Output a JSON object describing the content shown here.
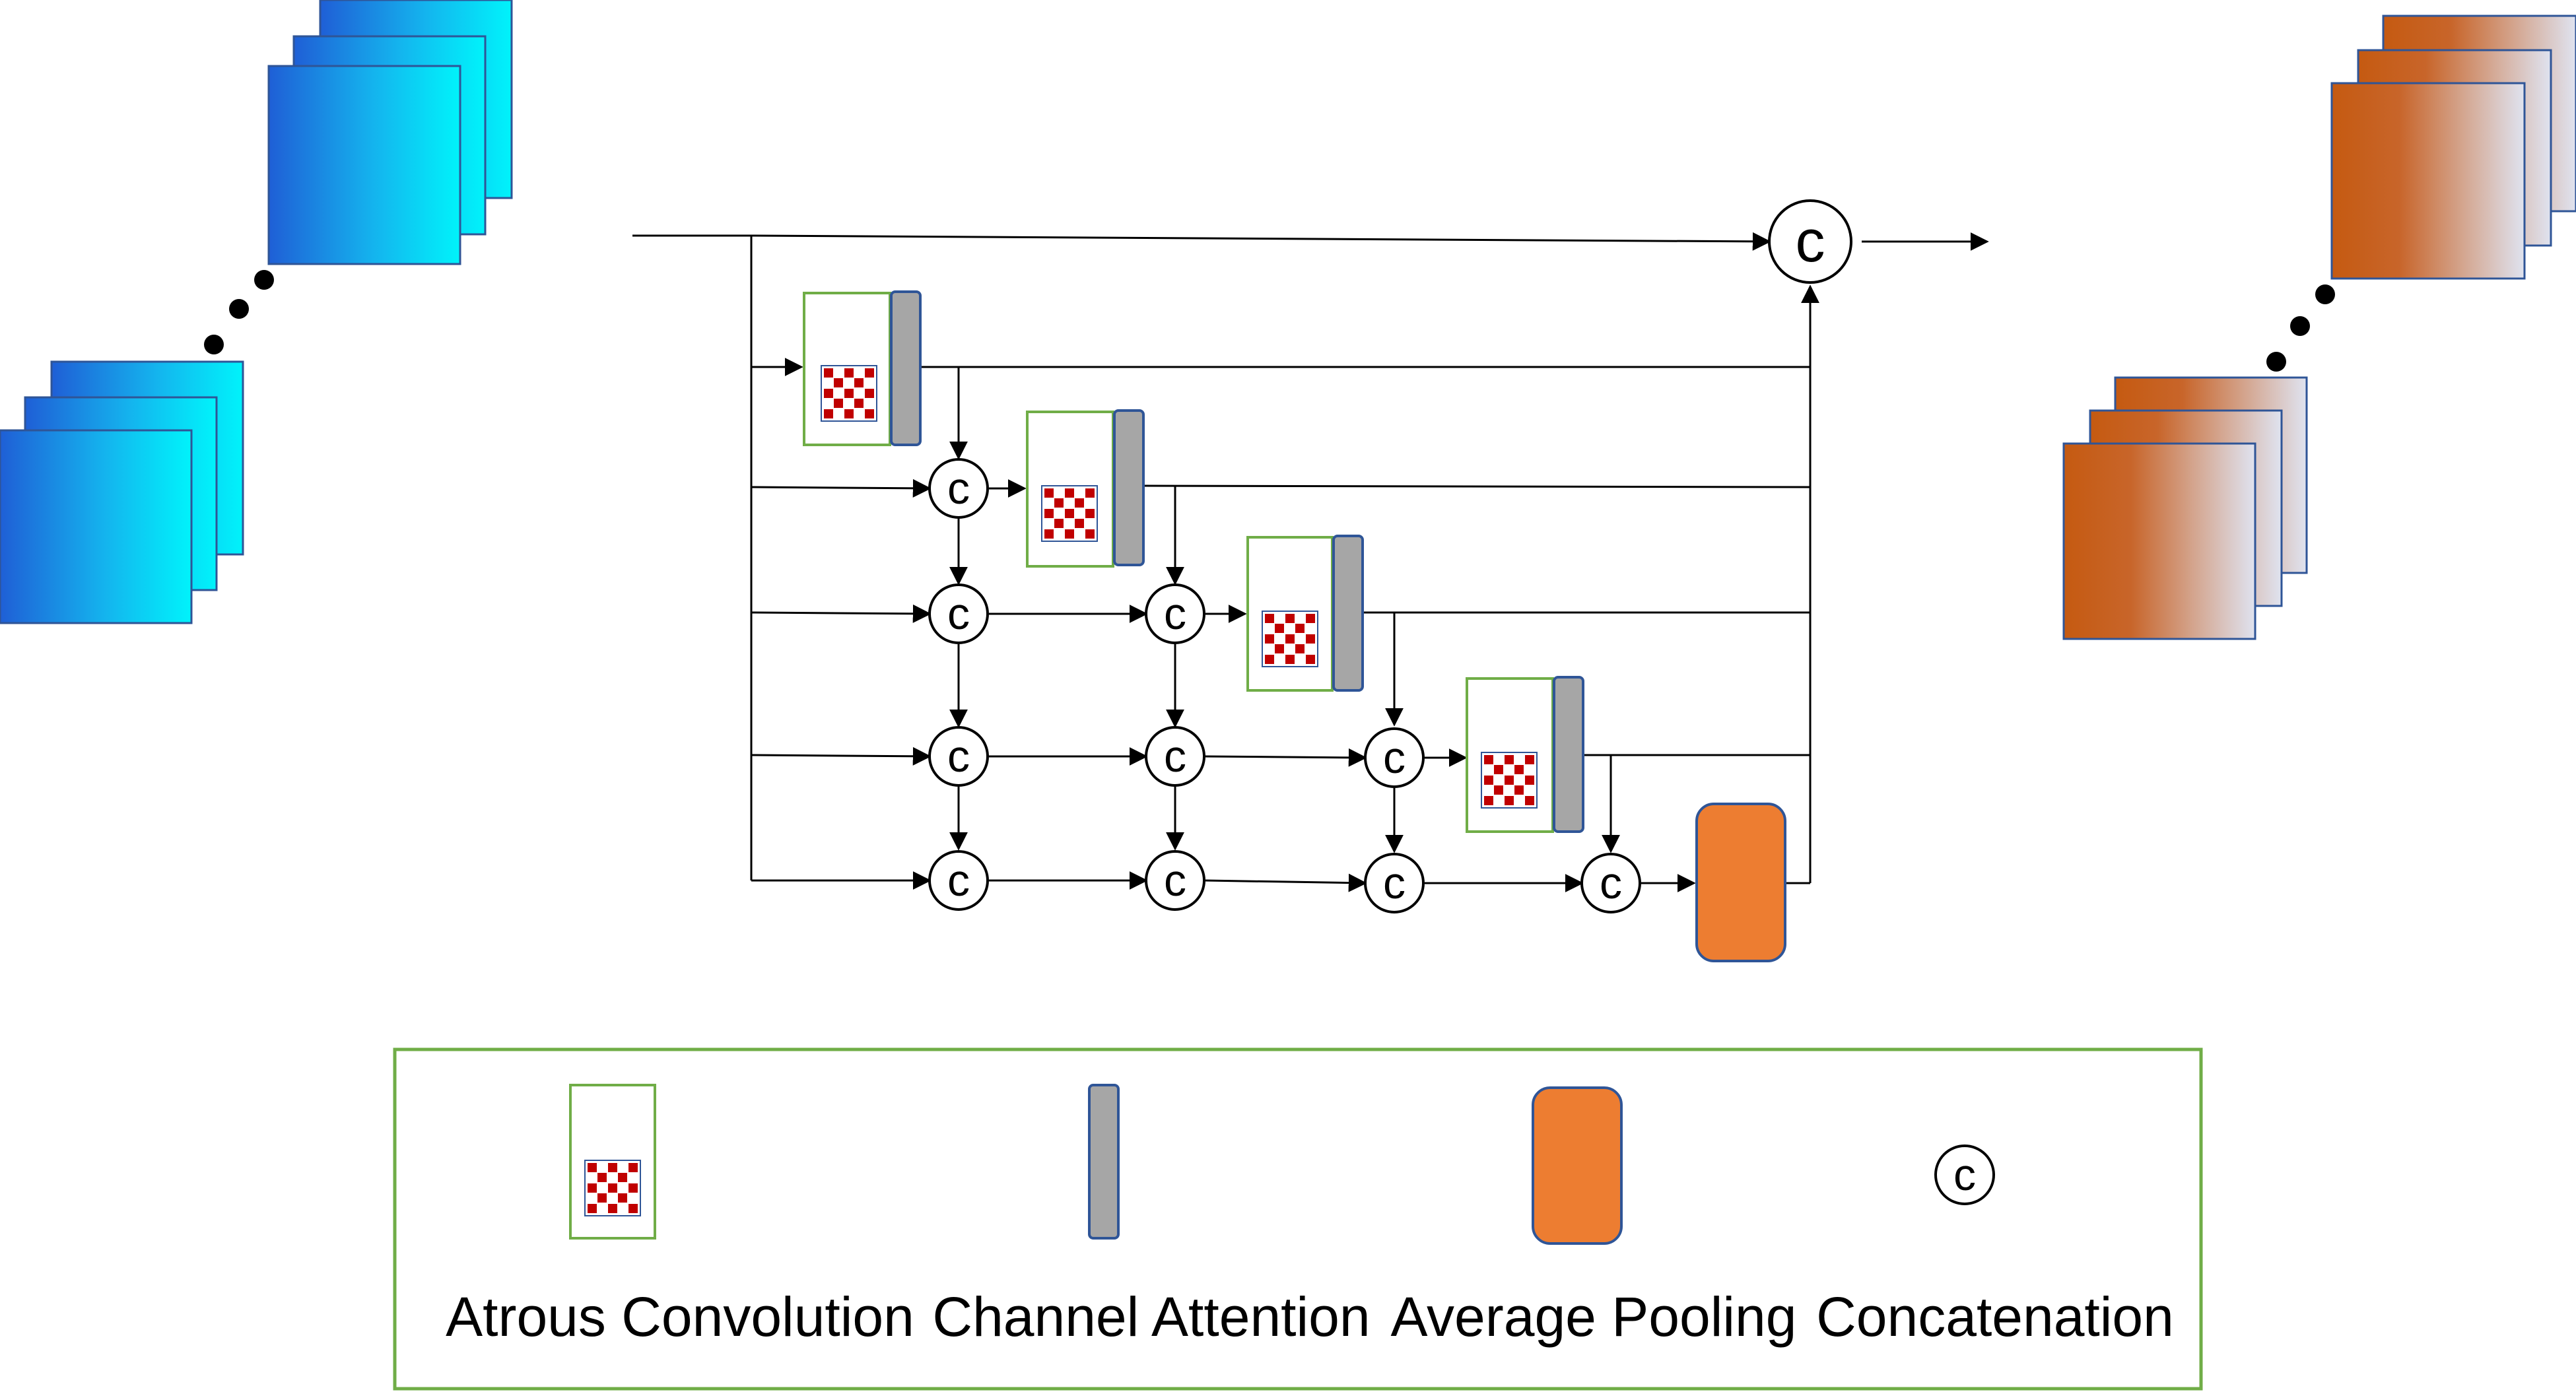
{
  "diagram": {
    "concat_symbol": "c",
    "colors": {
      "input_feature_map": "#1ee6f5",
      "input_feature_map_dark": "#1f5fd6",
      "output_feature_map": "#c55a11",
      "output_feature_map_light": "#dfe3f0",
      "atrous_border": "#70ad47",
      "atrous_grid": "#c00000",
      "channel_attention_fill": "#a6a6a6",
      "channel_attention_border": "#2f5597",
      "pooling_fill": "#ed7d31",
      "pooling_border": "#2f5597",
      "legend_border": "#70ad47"
    },
    "icons": {
      "input": "input-feature-maps-icon",
      "output": "output-feature-maps-icon",
      "atrous": "atrous-convolution-icon",
      "attention": "channel-attention-icon",
      "pooling": "average-pooling-icon",
      "concat": "concatenation-icon"
    }
  },
  "legend": {
    "items": [
      {
        "key": "atrous",
        "label": "Atrous Convolution"
      },
      {
        "key": "attention",
        "label": "Channel Attention"
      },
      {
        "key": "pooling",
        "label": "Average Pooling"
      },
      {
        "key": "concat",
        "label": "Concatenation"
      }
    ]
  }
}
